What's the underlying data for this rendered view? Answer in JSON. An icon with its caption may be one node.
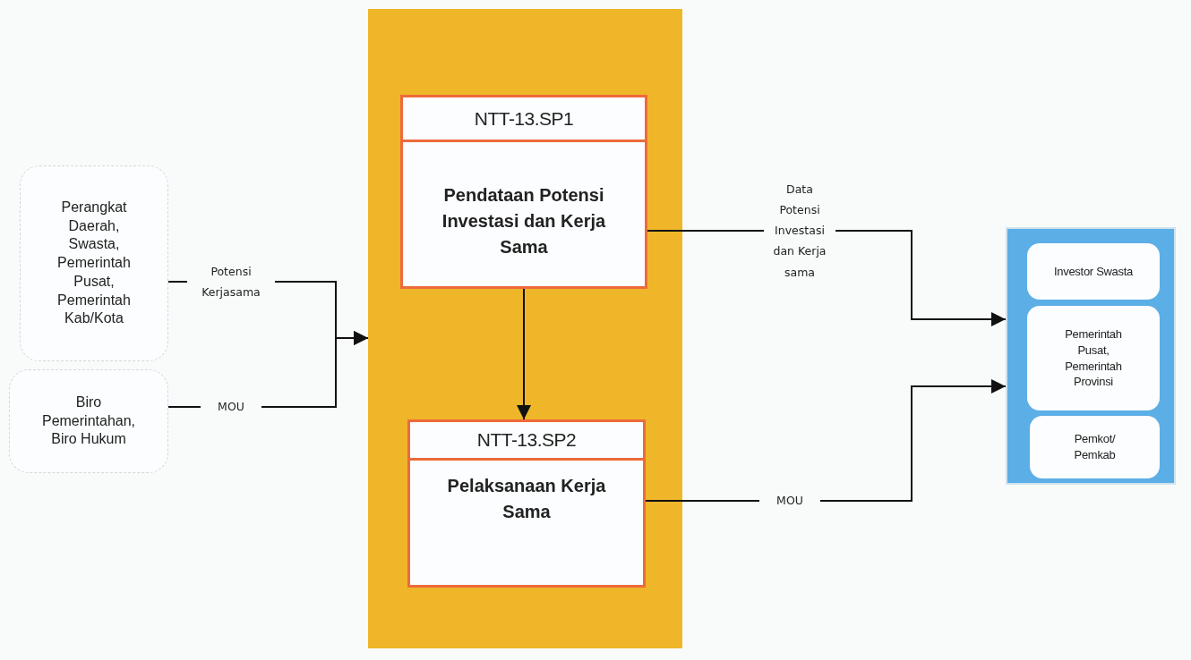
{
  "diagram": {
    "nodes": [
      {
        "text": [],
        "shape": "box"
      },
      {
        "text": [
          "NTT-13.SP1",
          "Pendataan Potensi Investasi dan Kerja Sama"
        ],
        "in": 0
      },
      {
        "text": [
          "NTT-13.SP2",
          "Pelaksanaan Kerja Sama"
        ],
        "in": 0
      },
      {
        "text": [
          "Perangkat Daerah, Swasta, Pemerintah Pusat, Pemerintah Kab/Kota"
        ]
      },
      {
        "text": [
          "Biro Pemerintahan, Biro Hukum"
        ]
      },
      {
        "text": [],
        "shape": "box"
      },
      {
        "text": [
          "Investor Swasta"
        ],
        "in": 5
      },
      {
        "text": [
          "Pemerintah Pusat, Pemerintah Provinsi"
        ],
        "in": 5
      },
      {
        "text": [
          "Pemkot/ Pemkab"
        ],
        "in": 5
      }
    ],
    "edges": [
      {
        "from": 3,
        "to": 0,
        "arrow": "to",
        "label": "Potensi Kerjasama"
      },
      {
        "from": 4,
        "to": 0,
        "arrow": "to",
        "label": "MOU"
      },
      {
        "from": 1,
        "to": 2,
        "arrow": "to"
      },
      {
        "from": 1,
        "to": 5,
        "arrow": "to",
        "label": "Data Potensi Investasi dan Kerja sama"
      },
      {
        "from": 2,
        "to": 5,
        "arrow": "to",
        "label": "MOU"
      }
    ]
  }
}
